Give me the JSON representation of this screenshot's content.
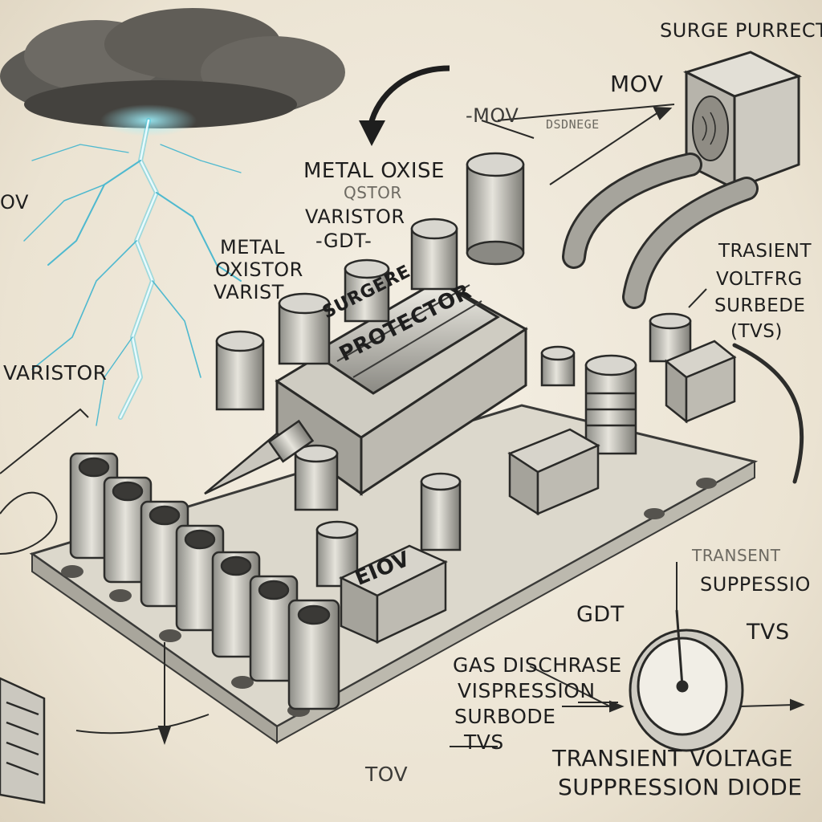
{
  "labels": {
    "surge_purrect": "SURGE PURRECT",
    "mov_top": "MOV",
    "mov_left_dash": "-MOV",
    "dsdnege": "DSDNEGE",
    "metal_oxise": "METAL OXISE",
    "qstor": "QSTOR",
    "varistor_gdt_1": "VARISTOR",
    "varistor_gdt_2": "-GDT-",
    "ov_left": "OV",
    "metal_oxistor_1": "METAL",
    "metal_oxistor_2": "OXISTOR",
    "metal_oxistor_3": "VARIST",
    "varistor_left": "VARISTOR",
    "trasient_1": "TRASIENT",
    "trasient_2": "VOLTFRG",
    "trasient_3": "SURBEDE",
    "trasient_4": "(TVS)",
    "transient_faded": "TRANSENT",
    "suppressio": "SUPPESSIO",
    "gdt_right": "GDT",
    "tvs_right": "TVS",
    "gas_1": "GAS DISCHRASE",
    "gas_2": "VISPRESSION",
    "gas_3": "SURBODE",
    "gas_4": "TVS",
    "tov": "TOV",
    "tvsd_1": "TRANSIENT VOLTAGE",
    "tvsd_2": "SUPPRESSION DIODE",
    "device_label_1": "SURGERE",
    "device_label_2": "PROTECTOR",
    "eiov": "EIOV"
  }
}
